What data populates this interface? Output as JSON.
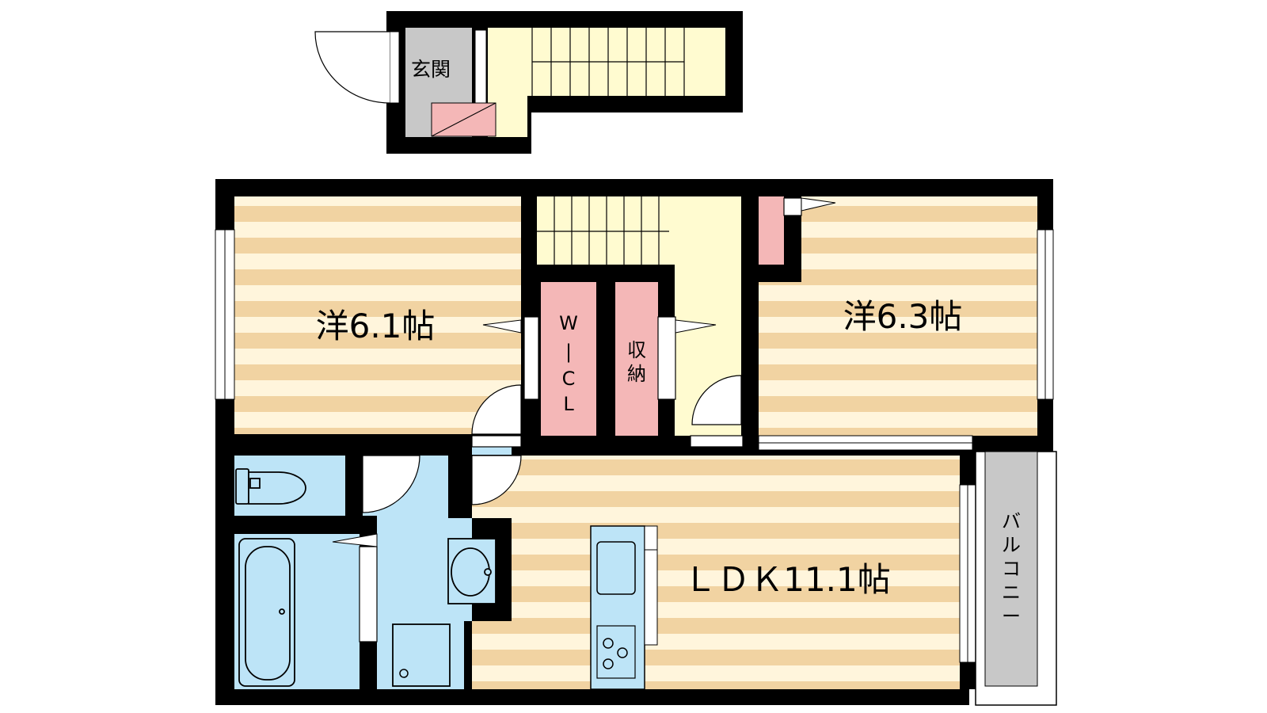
{
  "labels": {
    "entrance": "玄関",
    "western_room_1": "洋6.1帖",
    "western_room_2": "洋6.3帖",
    "walk_in_closet": [
      "W",
      "|",
      "C",
      "L"
    ],
    "storage": [
      "収",
      "納"
    ],
    "ldk": "ＬＤＫ11.1帖",
    "balcony": [
      "バ",
      "ル",
      "コ",
      "ニ",
      "ー"
    ]
  },
  "colors": {
    "wall": "#000000",
    "floor_stripe_light": "#FFF5DC",
    "floor_stripe_dark": "#F1D3A2",
    "corridor": "#FFFBD0",
    "closet": "#F4B7B7",
    "wet_area": "#BDE4F7",
    "entrance_floor": "#C8C8C8",
    "balcony": "#C8C8C8"
  }
}
